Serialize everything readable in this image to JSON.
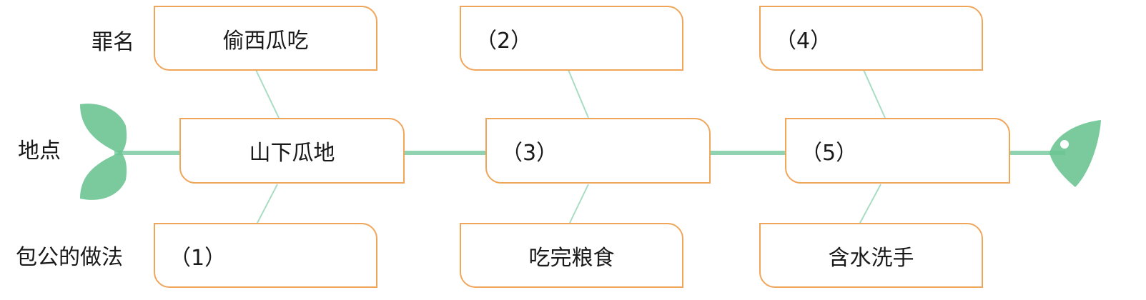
{
  "row_labels": {
    "crime": "罪名",
    "place": "地点",
    "method": "包公的做法"
  },
  "top_boxes": [
    "偷西瓜吃",
    "（2）",
    "（4）"
  ],
  "middle_boxes": [
    "山下瓜地",
    "（3）",
    "（5）"
  ],
  "bottom_boxes": [
    "（1）",
    "吃完粮食",
    "含水洗手"
  ],
  "colors": {
    "box_border": "#f0a65a",
    "spine": "#8fd3b0",
    "fish": "#6cc492"
  }
}
